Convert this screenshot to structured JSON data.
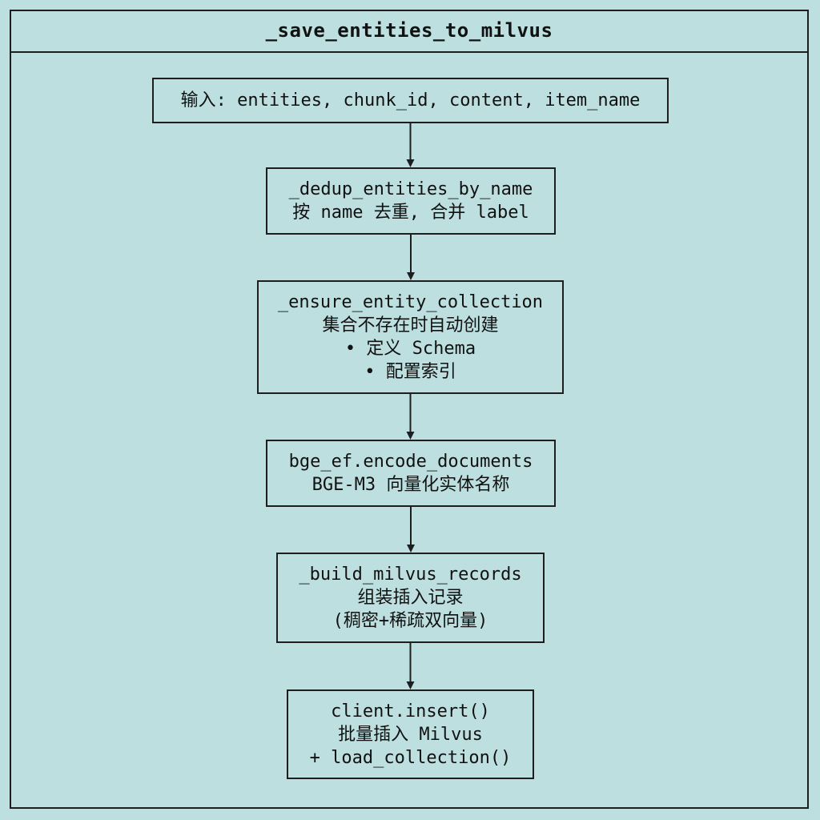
{
  "title": "_save_entities_to_milvus",
  "nodes": [
    {
      "id": "input",
      "lines": [
        "输入: entities, chunk_id, content, item_name"
      ]
    },
    {
      "id": "dedup",
      "lines": [
        "_dedup_entities_by_name",
        "按 name 去重, 合并 label"
      ]
    },
    {
      "id": "ensure",
      "lines": [
        "_ensure_entity_collection",
        "集合不存在时自动创建",
        "• 定义 Schema",
        "• 配置索引"
      ]
    },
    {
      "id": "encode",
      "lines": [
        "bge_ef.encode_documents",
        "BGE-M3 向量化实体名称"
      ]
    },
    {
      "id": "build",
      "lines": [
        "_build_milvus_records",
        "组装插入记录",
        "(稠密+稀疏双向量)"
      ]
    },
    {
      "id": "insert",
      "lines": [
        "client.insert()",
        "批量插入 Milvus",
        "+ load_collection()"
      ]
    }
  ],
  "edges": [
    {
      "from": "input",
      "to": "dedup"
    },
    {
      "from": "dedup",
      "to": "ensure"
    },
    {
      "from": "ensure",
      "to": "encode"
    },
    {
      "from": "encode",
      "to": "build"
    },
    {
      "from": "build",
      "to": "insert"
    }
  ],
  "colors": {
    "background": "#bddfe0",
    "stroke": "#1e1e1e",
    "text": "#111111"
  }
}
